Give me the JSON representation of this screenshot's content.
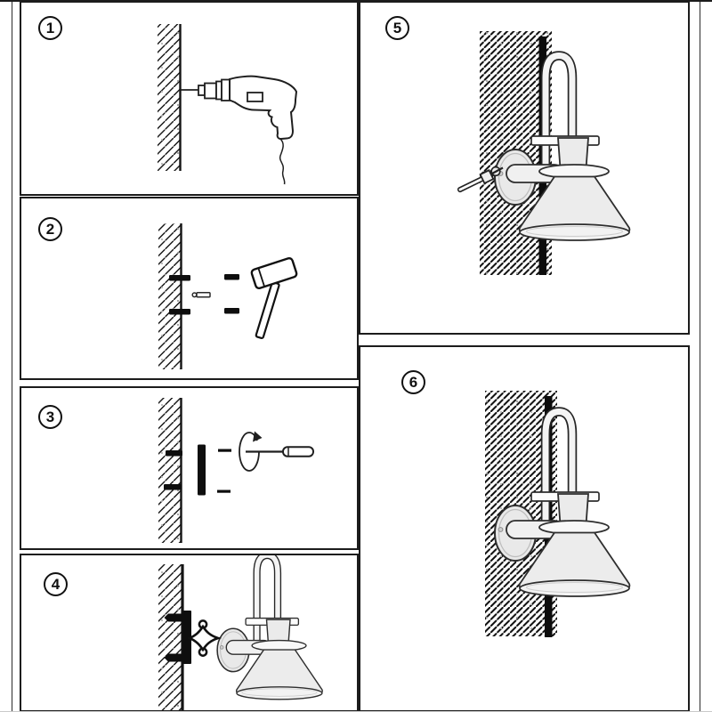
{
  "colors": {
    "ink": "#1a1a1a",
    "paper": "#ffffff",
    "border": "#1c1c1c",
    "lamp_gray": "#ececec",
    "hatch": "#141414"
  },
  "sheet": {
    "kind": "wall-lamp-installation-steps"
  },
  "steps": [
    {
      "number": "1",
      "icon": "power-drill-icon",
      "illustration": "drill-holes-into-wall"
    },
    {
      "number": "2",
      "icon": "mallet-icon",
      "illustration": "hammer-wall-anchors-into-holes"
    },
    {
      "number": "3",
      "icon": "screwdriver-icon",
      "illustration": "screw-mounting-plate-to-wall"
    },
    {
      "number": "4",
      "icon": "wall-bracket-icon",
      "illustration": "attach-lamp-to-wall-bracket"
    },
    {
      "number": "5",
      "icon": "hex-key-icon",
      "illustration": "tighten-set-screw-on-canopy"
    },
    {
      "number": "6",
      "icon": "wall-lamp-icon",
      "illustration": "finished-installation"
    }
  ]
}
